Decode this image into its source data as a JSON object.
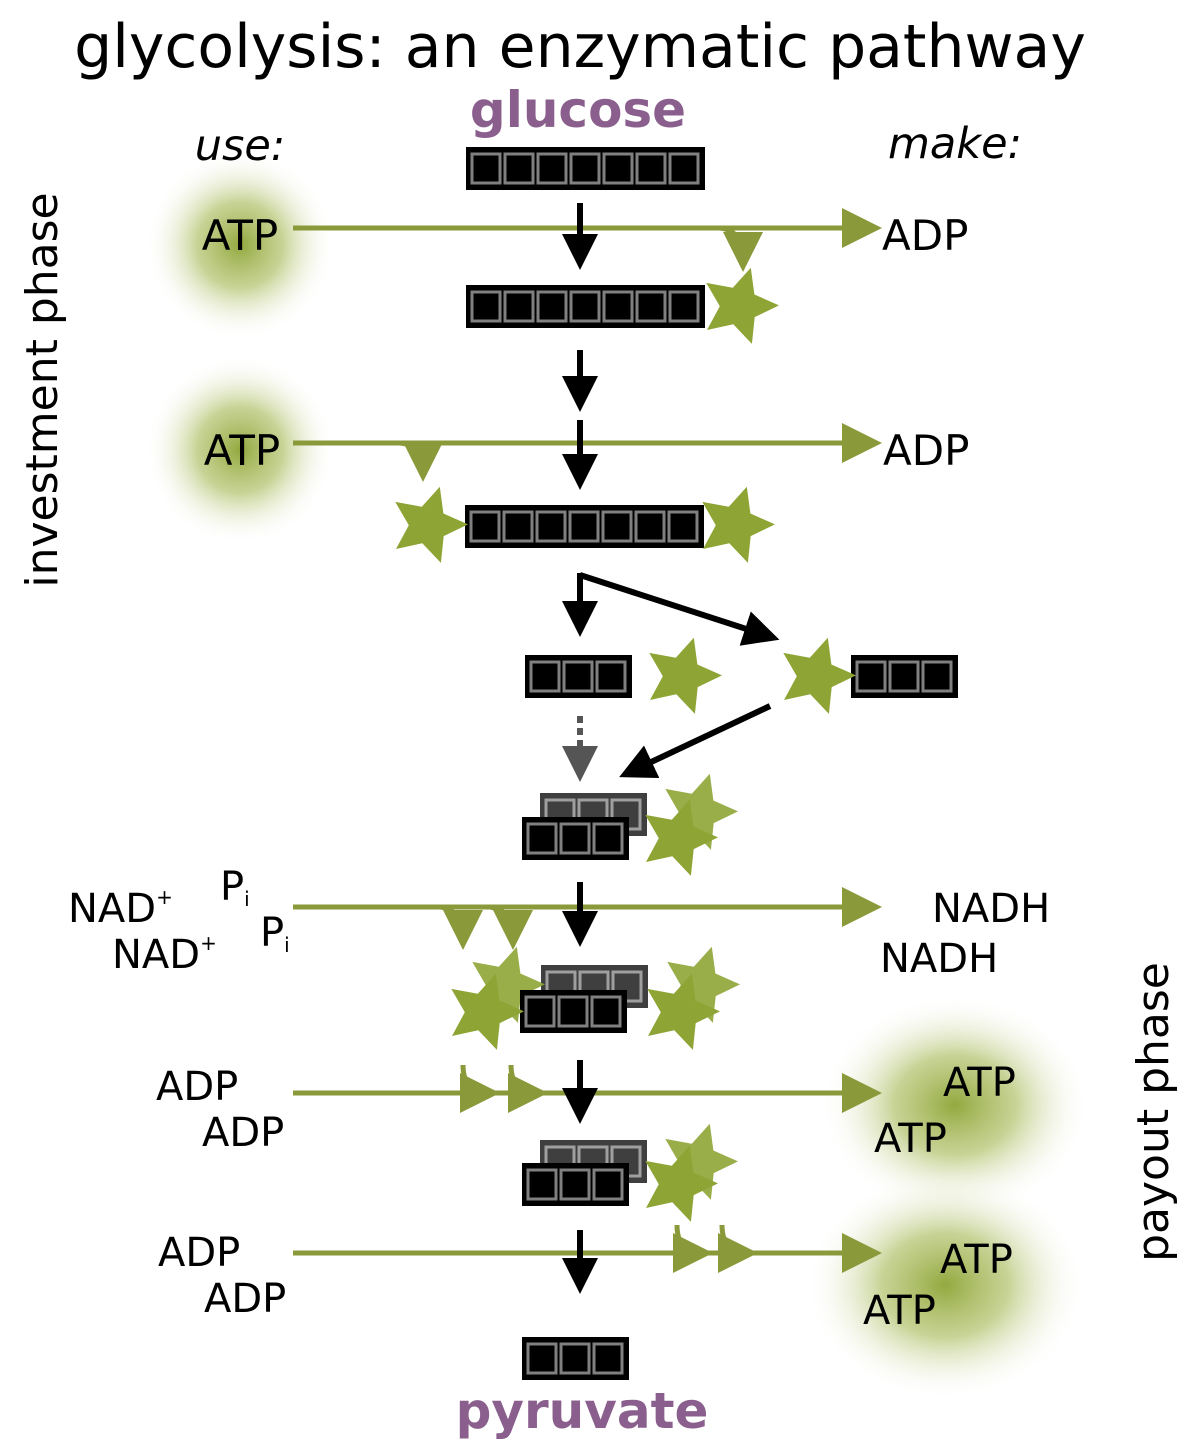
{
  "title": "glycolysis: an enzymatic pathway",
  "start_molecule": "glucose",
  "end_molecule": "pyruvate",
  "column_headers": {
    "use": "use:",
    "make": "make:"
  },
  "phases": {
    "investment": "investment phase",
    "payout": "payout phase"
  },
  "reactions": {
    "r1": {
      "use": "ATP",
      "make": "ADP"
    },
    "r2": {
      "use": "ATP",
      "make": "ADP"
    },
    "r3": {
      "use_a": "NAD",
      "use_a_sup": "+",
      "use_b": "NAD",
      "use_b_sup": "+",
      "pi_a": "P",
      "pi_b": "P",
      "pi_sub": "i",
      "make_a": "NADH",
      "make_b": "NADH"
    },
    "r4": {
      "use_a": "ADP",
      "use_b": "ADP",
      "make_a": "ATP",
      "make_b": "ATP"
    },
    "r5": {
      "use_a": "ADP",
      "use_b": "ADP",
      "make_a": "ATP",
      "make_b": "ATP"
    }
  },
  "colors": {
    "reaction_arrow": "#8a9a3a",
    "phosphate_star": "#8ea435",
    "glow": "#8ea435",
    "molecule": "#000000",
    "carbon_outline": "#808080",
    "label_purple": "#8a5f8d"
  }
}
